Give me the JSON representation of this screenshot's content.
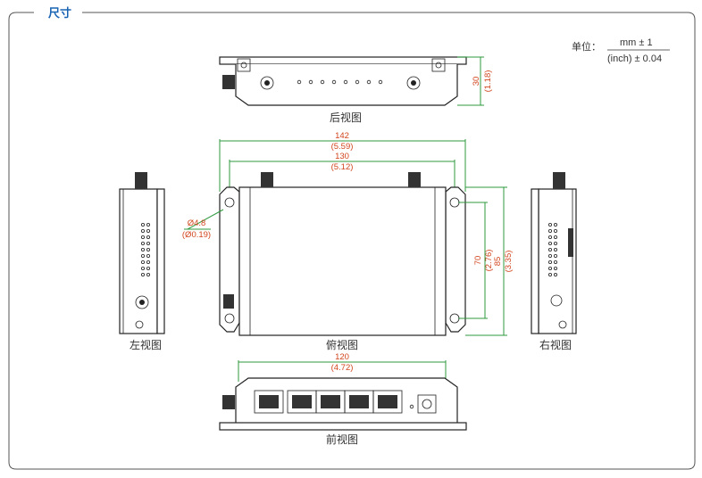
{
  "section_title": "尺寸",
  "unit": {
    "label": "单位：",
    "numerator": "mm ± 1",
    "denominator": "(inch) ± 0.04"
  },
  "views": {
    "rear": "后视图",
    "left": "左视图",
    "top": "俯视图",
    "right": "右视图",
    "front": "前视图"
  },
  "dimensions": {
    "rear_height_mm": "30",
    "rear_height_in": "(1.18)",
    "overall_width_mm": "142",
    "overall_width_in": "(5.59)",
    "hole_spacing_mm": "130",
    "hole_spacing_in": "(5.12)",
    "hole_dia_mm": "Ø4.8",
    "hole_dia_in": "(Ø0.19)",
    "hole_vertical_mm": "70",
    "hole_vertical_in": "(2.76)",
    "depth_mm": "85",
    "depth_in": "(3.35)",
    "front_width_mm": "120",
    "front_width_in": "(4.72)"
  },
  "colors": {
    "frame": "#555555",
    "title": "#1a64b4",
    "dimension_text": "#d2461e",
    "dimension_line": "#2f9a3e"
  }
}
